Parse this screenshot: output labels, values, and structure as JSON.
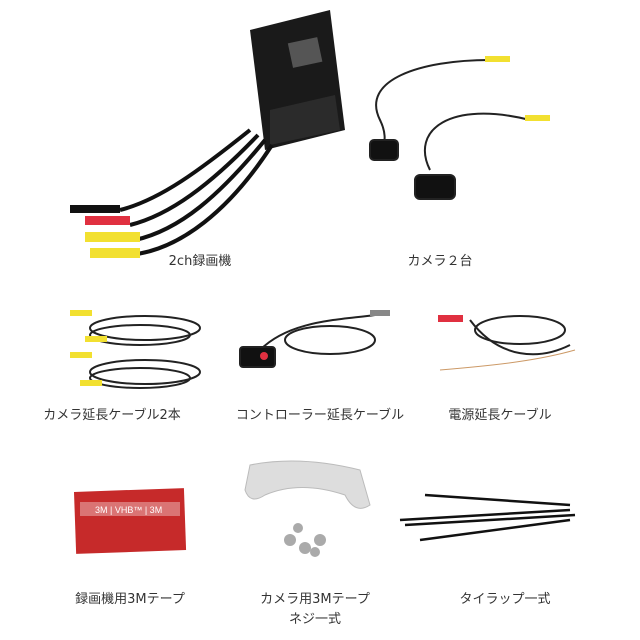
{
  "items": [
    {
      "label": "2ch録画機"
    },
    {
      "label": "カメラ２台"
    },
    {
      "label": "カメラ延長ケーブル2本"
    },
    {
      "label": "コントローラー延長ケーブル"
    },
    {
      "label": "電源延長ケーブル"
    },
    {
      "label": "録画機用3Mテープ"
    },
    {
      "label": "カメラ用3Mテープ",
      "label2": "ネジ一式"
    },
    {
      "label": "タイラップ一式"
    }
  ],
  "tape_print": {
    "brand": "3M",
    "product": "VHB™"
  }
}
